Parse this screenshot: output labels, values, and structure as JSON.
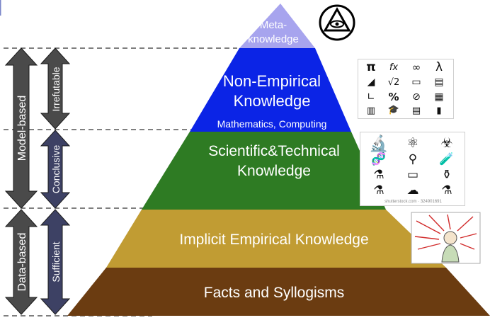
{
  "pyramid": {
    "levels": [
      {
        "key": "meta",
        "lines": [
          "Meta-",
          "knowledge"
        ],
        "color": "#a7a4ee",
        "text_color": "#ffffff"
      },
      {
        "key": "nonemp",
        "lines": [
          "Non-Empirical",
          "Knowledge"
        ],
        "color": "#0b24e6",
        "text_color": "#ffffff"
      },
      {
        "key": "nonemp_sub",
        "lines": [
          "Mathematics, Computing"
        ],
        "text_color": "#ffffff"
      },
      {
        "key": "scitech",
        "lines": [
          "Scientific&Technical",
          "Knowledge"
        ],
        "color": "#2e7b23",
        "text_color": "#ffffff"
      },
      {
        "key": "implicit",
        "lines": [
          "Implicit Empirical Knowledge"
        ],
        "color": "#c19c33",
        "text_color": "#ffffff"
      },
      {
        "key": "facts",
        "lines": [
          "Facts and Syllogisms"
        ],
        "color": "#6b3c11",
        "text_color": "#ffffff"
      }
    ]
  },
  "arrows": {
    "model_based": "Model-based",
    "data_based": "Data-based",
    "irrefutable": "Irrefutable",
    "conclusive": "Conclusive",
    "sufficient": "Sufficient",
    "dark_color": "#4a4a4a",
    "navy_color": "#3d4164"
  },
  "math_icons": {
    "glyphs": [
      "π",
      "fx",
      "∞",
      "λ",
      "◢",
      "√2",
      "▭",
      "▤",
      "∟",
      "%",
      "⊘",
      "▦",
      "▥",
      "🎓",
      "▤",
      "▮"
    ]
  },
  "science_icons": {
    "credit": "shutterstock.com · 324901691",
    "glyphs": [
      "🔬",
      "⚛",
      "☣",
      "🧬",
      "⚲",
      "🧪",
      "⚗",
      "▭",
      "⚱",
      "⚗",
      "☁",
      "⚗"
    ]
  }
}
